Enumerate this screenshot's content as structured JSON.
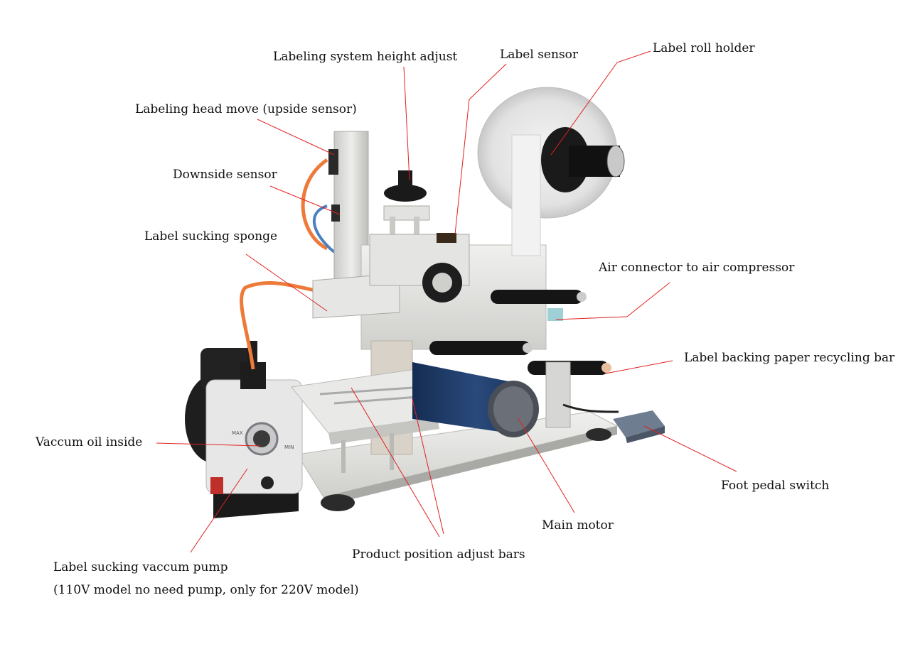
{
  "labels": {
    "height_adjust": "Labeling system height adjust",
    "label_sensor": "Label sensor",
    "roll_holder": "Label roll holder",
    "head_move": "Labeling head move (upside sensor)",
    "downside_sensor": "Downside sensor",
    "sucking_sponge": "Label sucking sponge",
    "air_connector": "Air connector to air compressor",
    "recycling_bar": "Label backing paper recycling bar",
    "vaccum_oil": "Vaccum oil inside",
    "foot_pedal": "Foot pedal switch",
    "main_motor": "Main motor",
    "position_bars": "Product position adjust bars",
    "vaccum_pump": "Label sucking vaccum pump",
    "pump_note": "(110V model no need pump, only for 220V model)"
  },
  "pump_face": {
    "max": "MAX",
    "min": "MIN"
  },
  "colors": {
    "leader": "#e02020",
    "text": "#111111",
    "air_hose": "#ee7a3a",
    "blue_hose": "#4a7fc0",
    "motor": "#1c3a6a",
    "frame": "#d9d9d6",
    "pedal": "#5d6c80"
  }
}
